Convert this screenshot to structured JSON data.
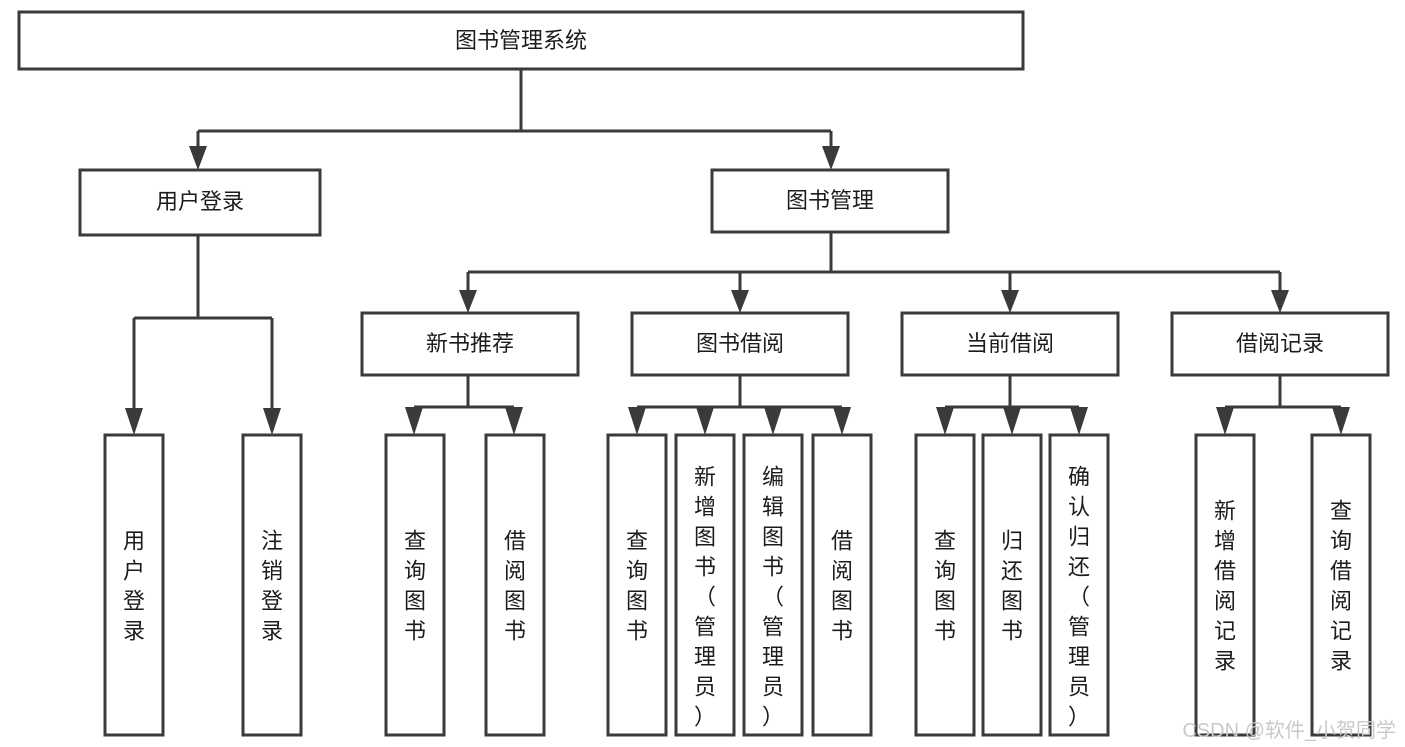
{
  "diagram": {
    "title": "图书管理系统",
    "type": "tree",
    "orientation": "top-down",
    "background_color": "#ffffff",
    "line_color": "#3a3a3a",
    "text_color": "#1c1c1c",
    "watermark": "CSDN @软件_小贺同学",
    "root": {
      "id": "root",
      "label": "图书管理系统"
    },
    "level2": [
      {
        "id": "user-login",
        "label": "用户登录"
      },
      {
        "id": "book-manage",
        "label": "图书管理"
      }
    ],
    "level3": [
      {
        "id": "new-book-recommend",
        "label": "新书推荐"
      },
      {
        "id": "book-borrow",
        "label": "图书借阅"
      },
      {
        "id": "current-borrow",
        "label": "当前借阅"
      },
      {
        "id": "borrow-record",
        "label": "借阅记录"
      }
    ],
    "leaves": {
      "user-login": [
        {
          "id": "leaf-user-login",
          "label": "用户登录"
        },
        {
          "id": "leaf-user-logout",
          "label": "注销登录"
        }
      ],
      "new-book-recommend": [
        {
          "id": "leaf-query-book-1",
          "label": "查询图书"
        },
        {
          "id": "leaf-borrow-book-1",
          "label": "借阅图书"
        }
      ],
      "book-borrow": [
        {
          "id": "leaf-query-book-2",
          "label": "查询图书"
        },
        {
          "id": "leaf-add-book",
          "label": "新增图书（管理员）"
        },
        {
          "id": "leaf-edit-book",
          "label": "编辑图书（管理员）"
        },
        {
          "id": "leaf-borrow-book-2",
          "label": "借阅图书"
        }
      ],
      "current-borrow": [
        {
          "id": "leaf-query-book-3",
          "label": "查询图书"
        },
        {
          "id": "leaf-return-book",
          "label": "归还图书"
        },
        {
          "id": "leaf-confirm-return",
          "label": "确认归还（管理员）"
        }
      ],
      "borrow-record": [
        {
          "id": "leaf-add-record",
          "label": "新增借阅记录"
        },
        {
          "id": "leaf-query-record",
          "label": "查询借阅记录"
        }
      ]
    }
  }
}
